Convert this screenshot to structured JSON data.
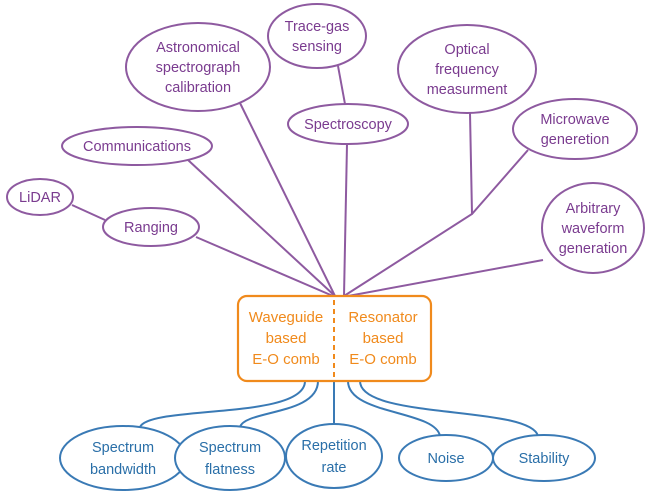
{
  "colors": {
    "application": "#8e5aa0",
    "property": "#3a7ab5",
    "comb": "#f08a1c"
  },
  "center": {
    "left_lines": [
      "Waveguide",
      "based",
      "E-O comb"
    ],
    "right_lines": [
      "Resonator",
      "based",
      "E-O comb"
    ]
  },
  "applications": [
    {
      "id": "trace-gas",
      "lines": [
        "Trace-gas",
        "sensing"
      ]
    },
    {
      "id": "astronomical",
      "lines": [
        "Astronomical",
        "spectrograph",
        "calibration"
      ]
    },
    {
      "id": "optical-frequency",
      "lines": [
        "Optical",
        "frequency",
        "measurment"
      ]
    },
    {
      "id": "spectroscopy",
      "lines": [
        "Spectroscopy"
      ]
    },
    {
      "id": "microwave",
      "lines": [
        "Microwave",
        "generetion"
      ]
    },
    {
      "id": "communications",
      "lines": [
        "Communications"
      ]
    },
    {
      "id": "lidar",
      "lines": [
        "LiDAR"
      ]
    },
    {
      "id": "ranging",
      "lines": [
        "Ranging"
      ]
    },
    {
      "id": "arbitrary-waveform",
      "lines": [
        "Arbitrary",
        "waveform",
        "generation"
      ]
    }
  ],
  "properties": [
    {
      "id": "spectrum-bandwidth",
      "lines": [
        "Spectrum",
        "bandwidth"
      ]
    },
    {
      "id": "spectrum-flatness",
      "lines": [
        "Spectrum",
        "flatness"
      ]
    },
    {
      "id": "repetition-rate",
      "lines": [
        "Repetition",
        "rate"
      ]
    },
    {
      "id": "noise",
      "lines": [
        "Noise"
      ]
    },
    {
      "id": "stability",
      "lines": [
        "Stability"
      ]
    }
  ]
}
